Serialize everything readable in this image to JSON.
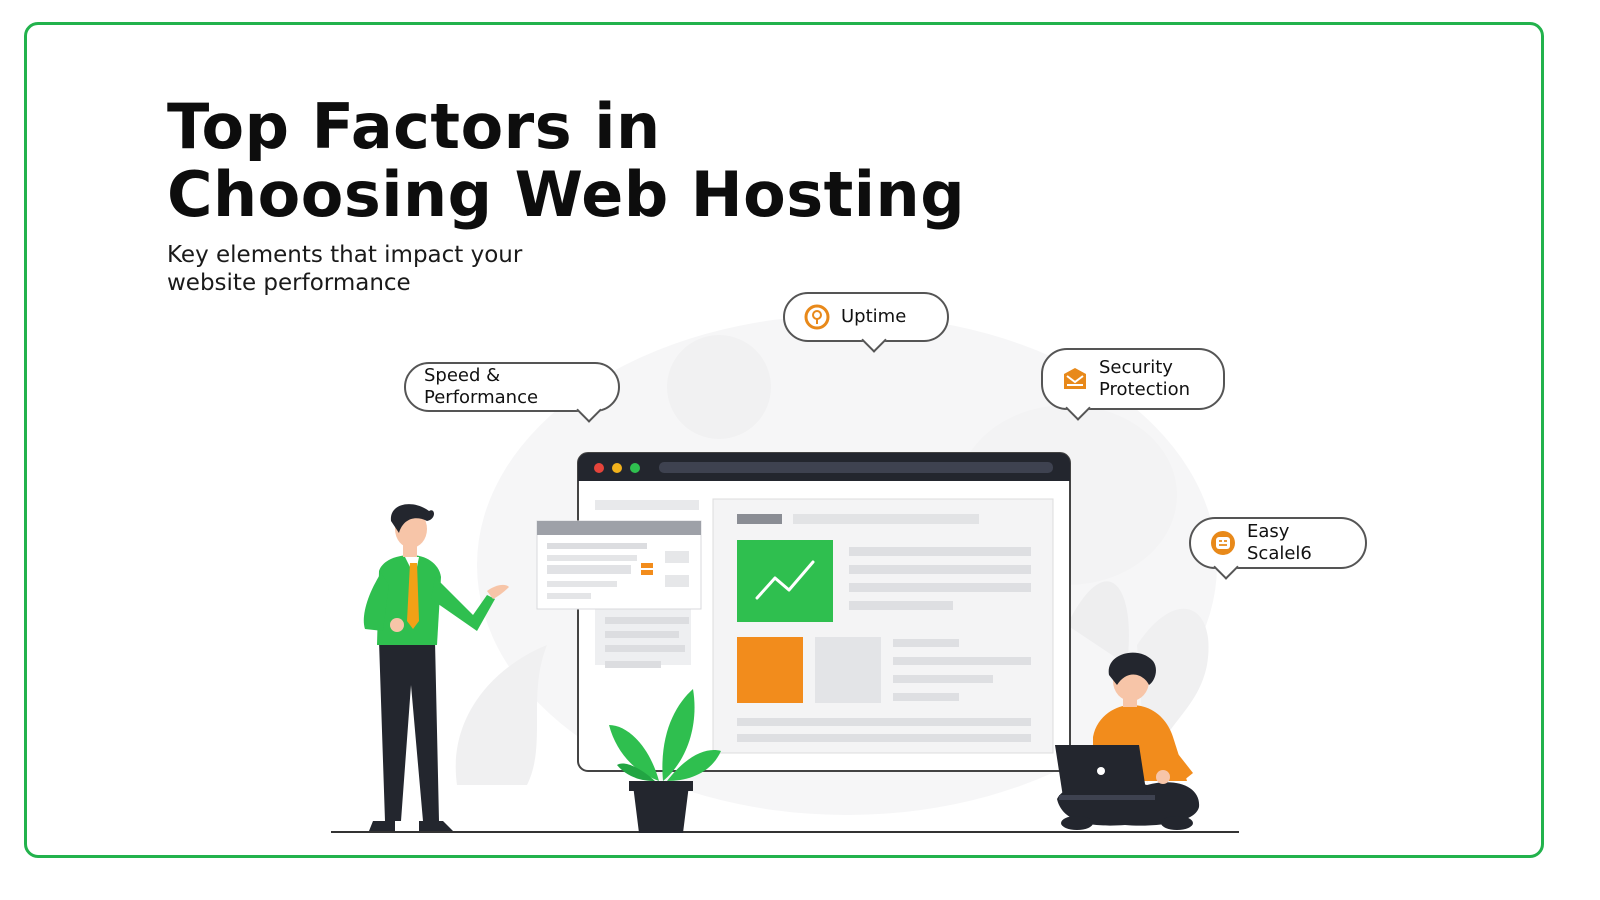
{
  "header": {
    "title_line1": "Top Factors in",
    "title_line2": "Choosing Web Hosting",
    "subtitle_line1": "Key elements that impact your",
    "subtitle_line2": "website performance"
  },
  "callouts": {
    "speed": {
      "label": "Speed & Performance"
    },
    "uptime": {
      "label": "Uptime",
      "icon": "uptime-icon"
    },
    "security": {
      "label_line1": "Security",
      "label_line2": "Protection",
      "icon": "security-shield-icon"
    },
    "scale": {
      "label": "Easy Scalel6",
      "icon": "scale-icon"
    }
  },
  "colors": {
    "border": "#22b24c",
    "accent_green": "#2fbf4f",
    "accent_orange": "#f28c1c",
    "icon_orange": "#e8891a",
    "dark": "#23262e"
  }
}
